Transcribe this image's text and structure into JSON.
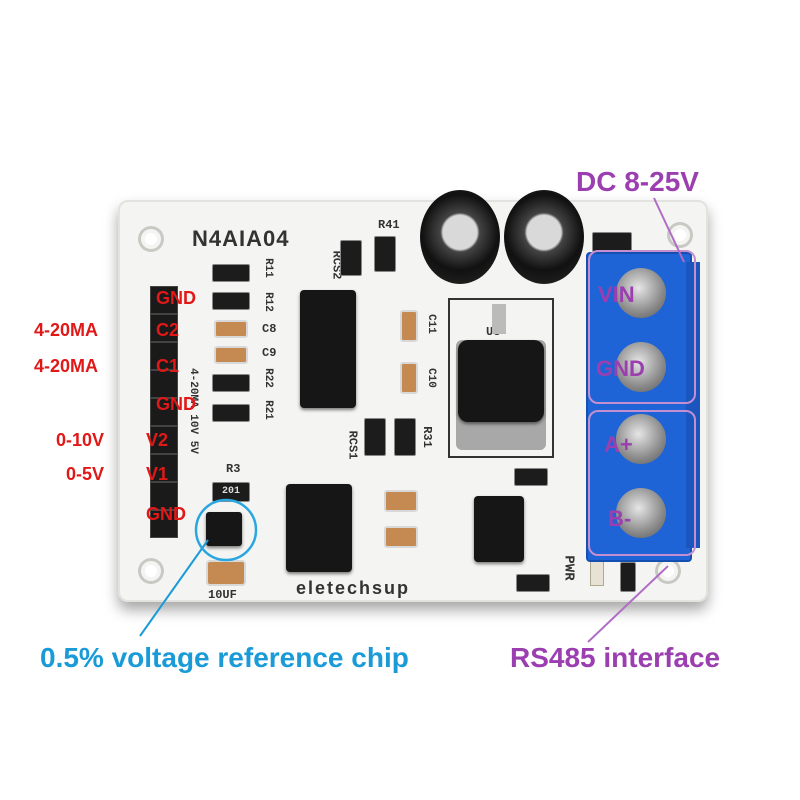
{
  "board": {
    "model": "N4AIA04",
    "brand": "eletechsup",
    "silk": {
      "r41": "R41",
      "rcs2": "RCS2",
      "rcs1": "RCS1",
      "r31": "R31",
      "u3": "U3",
      "r3": "R3",
      "pwr": "PWR",
      "c11": "C11",
      "c10": "C10",
      "r11": "R11",
      "r12": "R12",
      "c8": "C8",
      "c9": "C9",
      "r22": "R22",
      "r21": "R21",
      "cap10uf": "10UF",
      "res201": "201",
      "range": "4-20MA  10V  5V"
    }
  },
  "labels": {
    "gnd_top": "GND",
    "c2_range": "4-20MA",
    "c2": "C2",
    "c1_range": "4-20MA",
    "c1": "C1",
    "gnd_mid": "GND",
    "v2_range": "0-10V",
    "v2": "V2",
    "v1_range": "0-5V",
    "v1": "V1",
    "gnd_bottom": "GND",
    "vin": "VIN",
    "gnd_power": "GND",
    "a_plus": "A+",
    "b_minus": "B-",
    "power_callout": "DC 8-25V",
    "rs485_callout": "RS485 interface",
    "vref_callout": "0.5% voltage reference chip"
  },
  "colors": {
    "pin_label": "#e01818",
    "callout_purple": "#9b3fb0",
    "callout_blue": "#1a9bd8",
    "terminal": "#1f64d6"
  }
}
